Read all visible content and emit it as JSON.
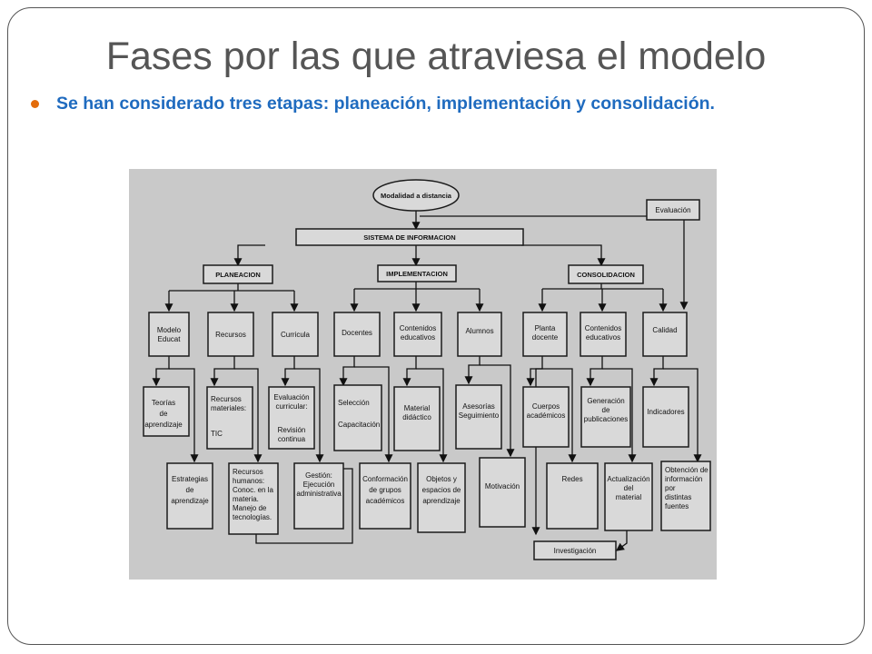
{
  "slide": {
    "title": "Fases por las que atraviesa el modelo",
    "bullet": "Se han considerado tres etapas: planeación, implementación y consolidación."
  },
  "diagram": {
    "root": "Modalidad a distancia",
    "evaluacion": "Evaluación",
    "sistema": "SISTEMA DE INFORMACION",
    "phases": [
      "PLANEACION",
      "IMPLEMENTACION",
      "CONSOLIDACION"
    ],
    "planeacion": {
      "modelo": [
        "Modelo",
        "Educat"
      ],
      "recursos": [
        "Recursos"
      ],
      "curricula": [
        "Curricula"
      ],
      "teorias": [
        "Teorías",
        "de",
        "aprendizaje"
      ],
      "estrategias": [
        "Estrategias",
        "de",
        "aprendizaje"
      ],
      "rec_materiales": [
        "Recursos",
        "materiales:",
        "",
        "TIC"
      ],
      "rec_humanos": [
        "Recursos",
        "humanos:",
        "Conoc. en la",
        "materia.",
        "Manejo de",
        "tecnologías."
      ],
      "eval_curricular": [
        "Evaluación",
        "curricular:",
        "",
        "Revisión",
        "continua"
      ],
      "gestion": [
        "Gestión:",
        "Ejecución",
        "administrativa"
      ]
    },
    "implementacion": {
      "docentes": [
        "Docentes"
      ],
      "contenidos": [
        "Contenidos",
        "educativos"
      ],
      "alumnos": [
        "Alumnos"
      ],
      "seleccion": [
        "Selección",
        "",
        "Capacitación"
      ],
      "material": [
        "Material",
        "didáctico"
      ],
      "asesorias": [
        "Asesorías",
        "Seguimiento"
      ],
      "conformacion": [
        "Conformación",
        "de grupos",
        "académicos"
      ],
      "objetos": [
        "Objetos y",
        "espacios de",
        "aprendizaje"
      ],
      "motivacion": [
        "Motivación"
      ]
    },
    "consolidacion": {
      "planta": [
        "Planta",
        "docente"
      ],
      "contenidos": [
        "Contenidos",
        "educativos"
      ],
      "calidad": [
        "Calidad"
      ],
      "cuerpos": [
        "Cuerpos",
        "académicos"
      ],
      "generacion": [
        "Generación",
        "de",
        "publicaciones"
      ],
      "indicadores": [
        "Indicadores"
      ],
      "redes": [
        "Redes"
      ],
      "actualizacion": [
        "Actualización",
        "del",
        "material"
      ],
      "obtencion": [
        "Obtención de",
        "información",
        "por",
        "distintas",
        "fuentes"
      ],
      "investigacion": [
        "Investigación"
      ]
    }
  },
  "colors": {
    "title": "#555555",
    "bullet_text": "#1f6bbf",
    "bullet_dot": "#e36c0a",
    "diagram_bg": "#c9c9c9"
  }
}
